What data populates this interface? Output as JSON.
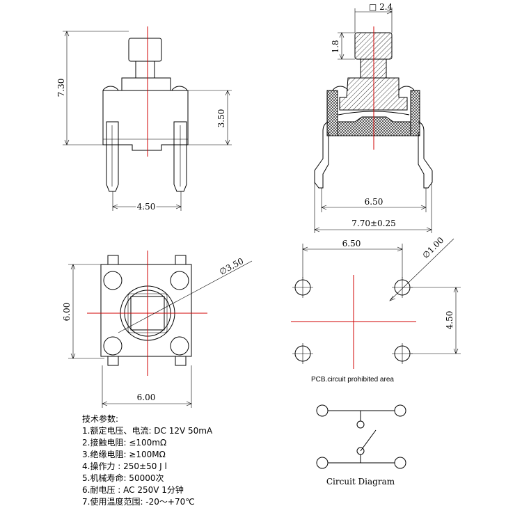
{
  "front_view": {
    "height_label": "7.30",
    "body_height_label": "3.50",
    "pin_spacing_label": "4.50"
  },
  "section_view": {
    "cap_size_label": "□ 2.4",
    "cap_height_label": "1.8",
    "lead_spacing_label": "6.50",
    "overall_width_label": "7.70±0.25"
  },
  "top_view": {
    "button_diameter_label": "∅3.50",
    "height_label": "6.00",
    "width_label": "6.00"
  },
  "pcb_view": {
    "spacing_x_label": "6.50",
    "spacing_y_label": "4.50",
    "hole_diameter_label": "∅1.00",
    "caption": "PCB.circuit prohibited area"
  },
  "circuit": {
    "caption": "Circuit Diagram"
  },
  "specs": {
    "title": "技术参数:",
    "items": [
      "1.额定电压、电流: DC 12V 50mA",
      "2.接触电阻: ≤100mΩ",
      "3.绝缘电阻: ≥100MΩ",
      "4.操作力  : 250±50 J l",
      "5.机械寿命: 50000次",
      "6.耐电压  : AC 250V 1分钟",
      "7.使用温度范围: -20～+70℃"
    ]
  },
  "colors": {
    "centerline": "#d00000",
    "line": "#000000"
  }
}
